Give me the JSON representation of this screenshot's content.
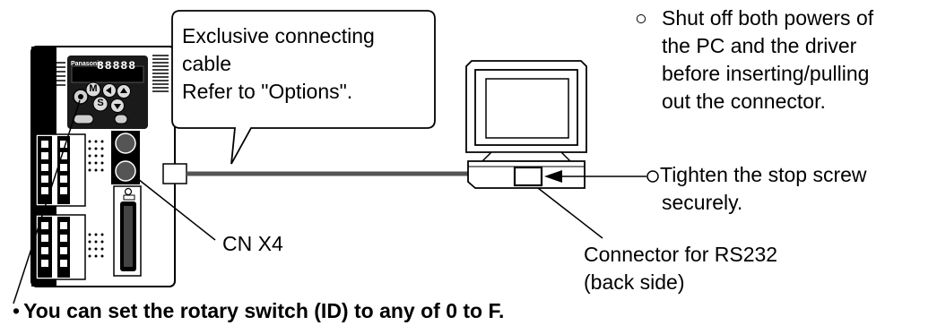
{
  "callout": {
    "lines": [
      "Exclusive connecting",
      "cable",
      "Refer to \"Options\"."
    ]
  },
  "notes": [
    {
      "bullet": "○",
      "lines": [
        "Shut off both powers of",
        "the PC and  the driver",
        "before inserting/pulling",
        "out the connector."
      ]
    },
    {
      "bullet": "○",
      "lines": [
        "Tighten the stop screw",
        "securely."
      ]
    }
  ],
  "labels": {
    "connector_cn": "CN X4",
    "rs232_line1": "Connector for RS232",
    "rs232_line2": "(back side)"
  },
  "footer": {
    "bullet": "•",
    "text": "You can set the rotary switch (ID)  to any of 0 to F."
  },
  "driver_panel": {
    "brand": "Panasonic",
    "display": "88888",
    "keys": [
      "M",
      "S"
    ]
  }
}
